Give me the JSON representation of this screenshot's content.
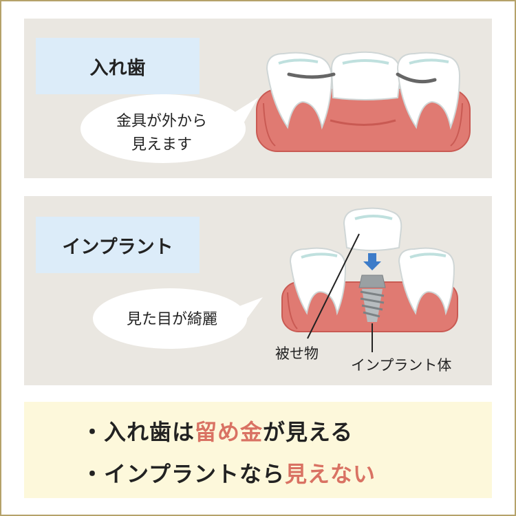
{
  "panel1": {
    "label": "入れ歯",
    "bubble_line1": "金具が外から",
    "bubble_line2": "見えます"
  },
  "panel2": {
    "label": "インプラント",
    "bubble": "見た目が綺麗",
    "callout_crown": "被せ物",
    "callout_body": "インプラント体"
  },
  "summary": {
    "line1_pre": "・入れ歯は",
    "line1_hl": "留め金",
    "line1_post": "が見える",
    "line2_pre": "・インプラントなら",
    "line2_hl": "見えない"
  },
  "colors": {
    "frame_border": "#b5a26a",
    "panel_bg": "#eae7e1",
    "label_bg": "#dcecf9",
    "gum": "#e07a72",
    "summary_bg": "#fdf8db",
    "highlight": "#d97263"
  }
}
